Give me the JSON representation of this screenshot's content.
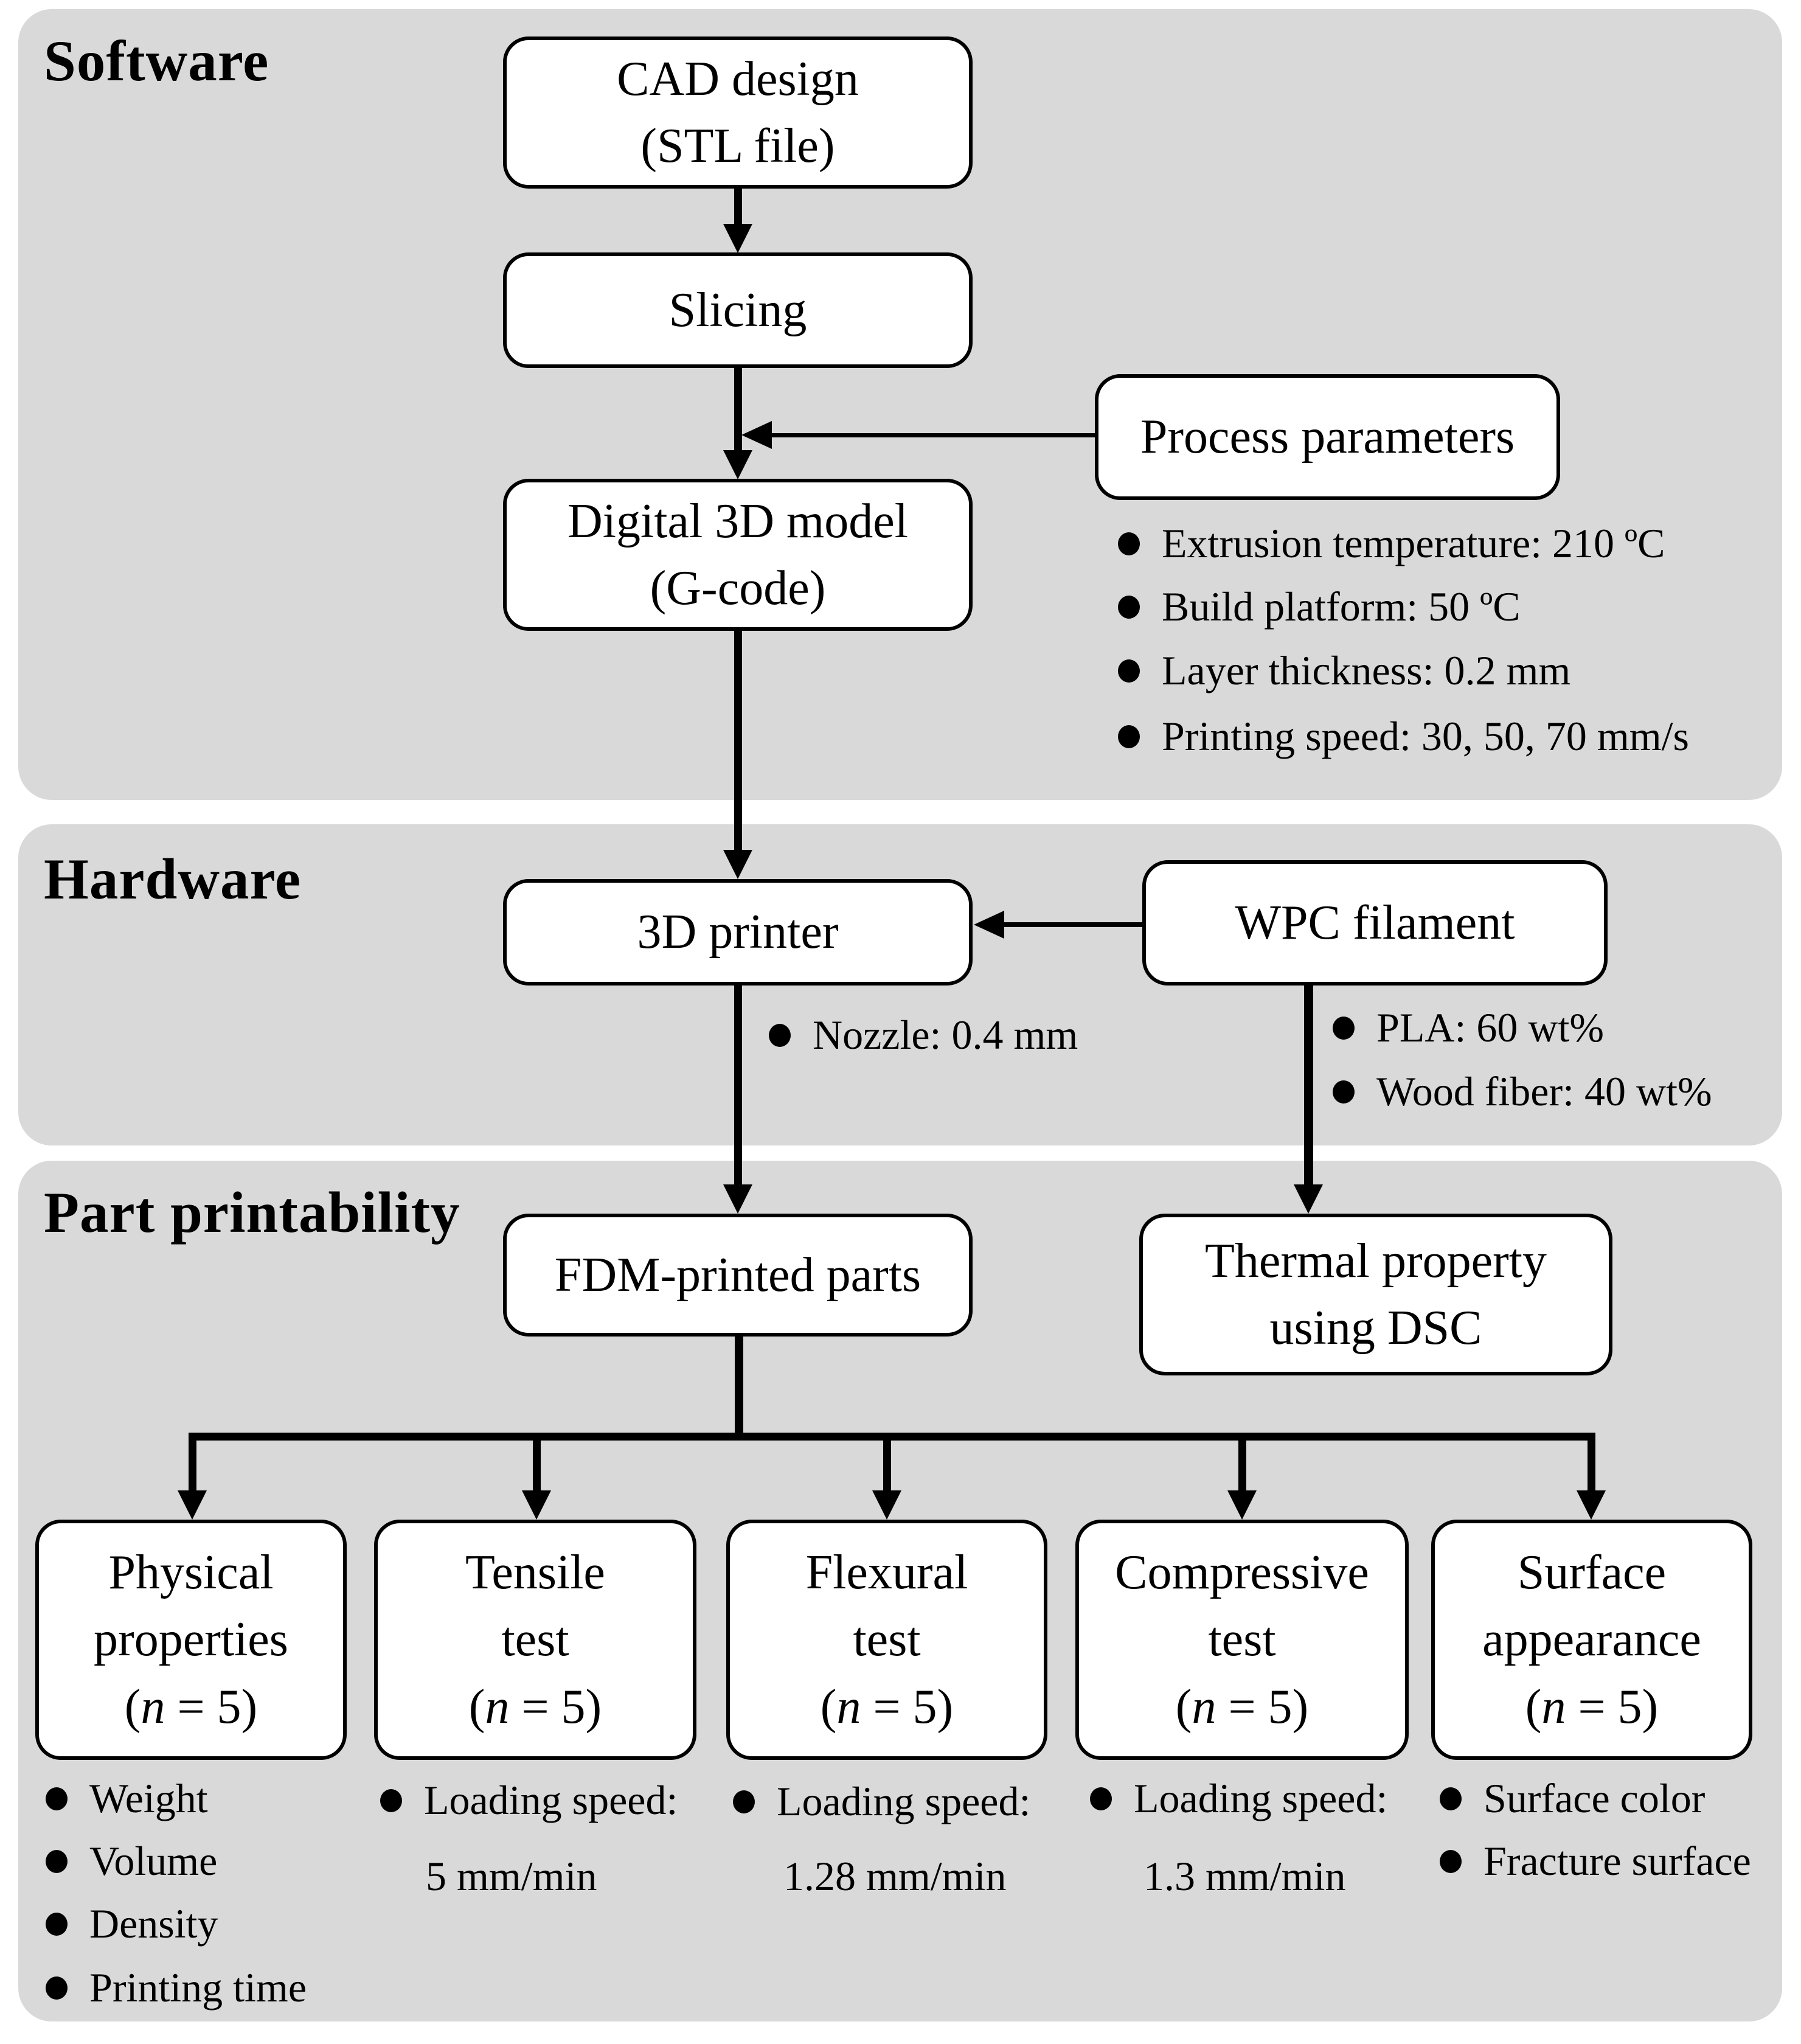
{
  "sections": {
    "software": {
      "title": "Software"
    },
    "hardware": {
      "title": "Hardware"
    },
    "part": {
      "title": "Part printability"
    }
  },
  "boxes": {
    "cad": {
      "line1": "CAD design",
      "line2": "(STL file)"
    },
    "slicing": {
      "label": "Slicing"
    },
    "process": {
      "label": "Process parameters"
    },
    "digital": {
      "line1": "Digital 3D model",
      "line2": "(G-code)"
    },
    "printer": {
      "label": "3D printer"
    },
    "wpc": {
      "label": "WPC filament"
    },
    "fdm": {
      "label": "FDM-printed parts"
    },
    "thermal": {
      "line1": "Thermal property",
      "line2": "using DSC"
    },
    "physical": {
      "line1": "Physical",
      "line2": "properties",
      "count_open": "(",
      "count_var": "n",
      "count_rest": " = 5)"
    },
    "tensile": {
      "line1": "Tensile",
      "line2": "test",
      "count_open": "(",
      "count_var": "n",
      "count_rest": " = 5)"
    },
    "flexural": {
      "line1": "Flexural",
      "line2": "test",
      "count_open": "(",
      "count_var": "n",
      "count_rest": " = 5)"
    },
    "compressive": {
      "line1": "Compressive",
      "line2": "test",
      "count_open": "(",
      "count_var": "n",
      "count_rest": " = 5)"
    },
    "surface": {
      "line1": "Surface",
      "line2": "appearance",
      "count_open": "(",
      "count_var": "n",
      "count_rest": " = 5)"
    }
  },
  "bullets": {
    "process": [
      "Extrusion temperature: 210 ºC",
      "Build platform: 50 ºC",
      "Layer thickness: 0.2 mm",
      "Printing speed: 30, 50, 70 mm/s"
    ],
    "printer": [
      "Nozzle: 0.4 mm"
    ],
    "wpc": [
      "PLA: 60 wt%",
      "Wood fiber: 40 wt%"
    ],
    "physical": [
      "Weight",
      "Volume",
      "Density",
      "Printing time"
    ],
    "tensile": {
      "line1": "Loading speed:",
      "line2": "5 mm/min"
    },
    "flexural": {
      "line1": "Loading speed:",
      "line2": "1.28 mm/min"
    },
    "compressive": {
      "line1": "Loading speed:",
      "line2": "1.3 mm/min"
    },
    "surface": [
      "Surface color",
      "Fracture surface"
    ]
  },
  "colors": {
    "panel_gray": "#d9d9d9",
    "box_fill": "#ffffff",
    "line_black": "#000000"
  }
}
